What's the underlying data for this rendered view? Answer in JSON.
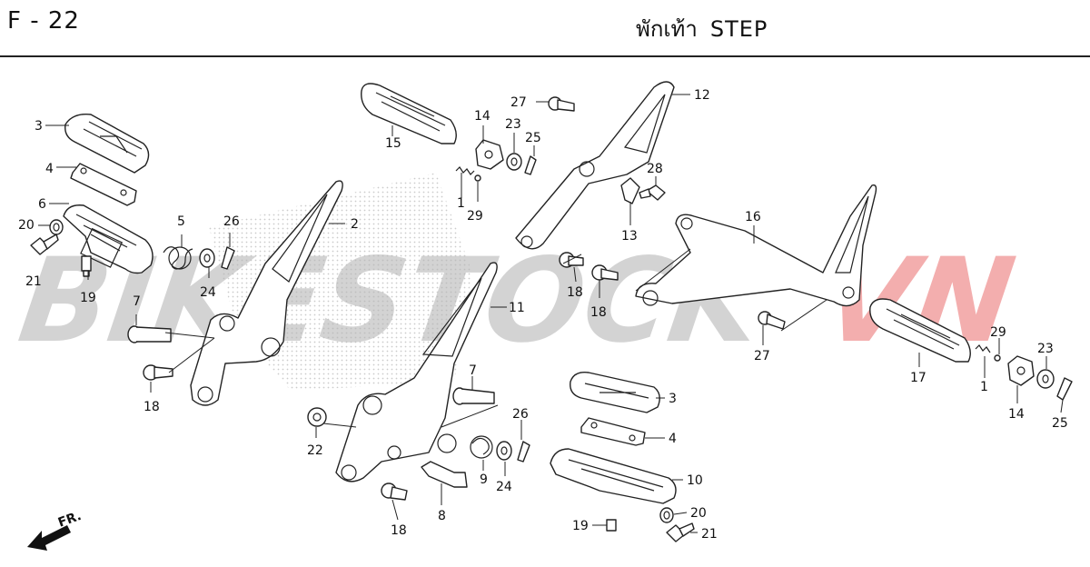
{
  "header": {
    "figure_code": "F - 22",
    "title_th": "พักเท้า",
    "title_en": "STEP"
  },
  "watermark": {
    "part1": "BIKESTOCK",
    "part2": "VN",
    "color_main": "#c9c9c9",
    "color_accent": "#f2a0a0"
  },
  "direction_label": "FR.",
  "callouts": [
    "3",
    "4",
    "6",
    "20",
    "21",
    "5",
    "26",
    "19",
    "24",
    "7",
    "18",
    "2",
    "15",
    "1",
    "29",
    "14",
    "23",
    "25",
    "27",
    "12",
    "28",
    "13",
    "18",
    "18",
    "11",
    "16",
    "27",
    "17",
    "29",
    "1",
    "23",
    "14",
    "25",
    "7",
    "3",
    "4",
    "26",
    "22",
    "9",
    "24",
    "10",
    "18",
    "8",
    "19",
    "20",
    "21"
  ]
}
